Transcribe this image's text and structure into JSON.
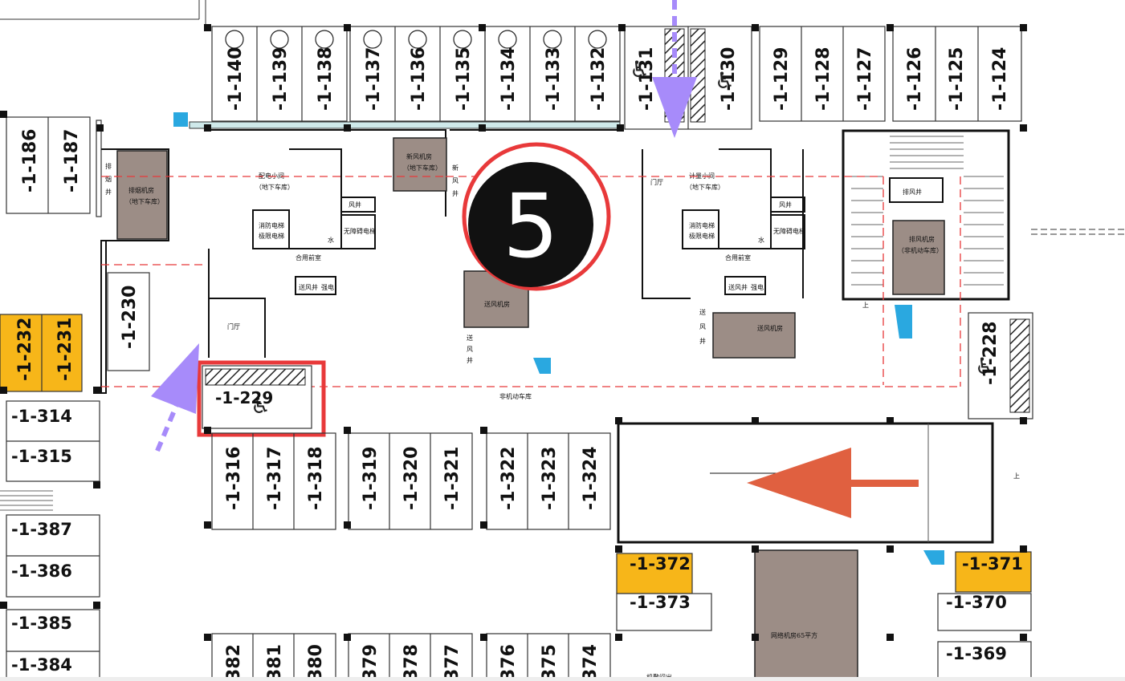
{
  "marker": {
    "number": "5"
  },
  "spaces": {
    "top_row_a": [
      "-1-140",
      "-1-139",
      "-1-138"
    ],
    "top_row_b": [
      "-1-137",
      "-1-136",
      "-1-135"
    ],
    "top_row_c": [
      "-1-134",
      "-1-133",
      "-1-132"
    ],
    "top_row_acc_a": "-1-131",
    "top_row_acc_b": "-1-130",
    "top_row_d": [
      "-1-129",
      "-1-128",
      "-1-127"
    ],
    "top_row_e": [
      "-1-126",
      "-1-125",
      "-1-124"
    ],
    "left_upper": [
      "-1-186",
      "-1-187"
    ],
    "s230": "-1-230",
    "yellow_left": [
      "-1-232",
      "-1-231"
    ],
    "s229": "-1-229",
    "s228": "-1-228",
    "mid_row_a": [
      "-1-316",
      "-1-317",
      "-1-318"
    ],
    "mid_row_b": [
      "-1-319",
      "-1-320",
      "-1-321"
    ],
    "mid_row_c": [
      "-1-322",
      "-1-323",
      "-1-324"
    ],
    "left_col_a": [
      "-1-314",
      "-1-315"
    ],
    "left_col_b": [
      "-1-387",
      "-1-386"
    ],
    "left_col_c": [
      "-1-385",
      "-1-384"
    ],
    "s372": "-1-372",
    "s373": "-1-373",
    "s371": "-1-371",
    "s370": "-1-370",
    "s369": "-1-369",
    "bottom_row": [
      "382",
      "381",
      "380",
      "379",
      "378",
      "377",
      "376",
      "375",
      "374"
    ]
  },
  "rooms": {
    "paifeng_jifang_l1": "排烟机房",
    "paifeng_jifang_l2": "（地下车库）",
    "xinfeng_jifang_l1": "新风机房",
    "xinfeng_jifang_l2": "（地下车库）",
    "xin": "新",
    "feng": "风",
    "jing": "井",
    "pai": "排",
    "yan": "烟",
    "song": "送",
    "peidian_l1": "配电小间",
    "peidian_l2": "（地下车库）",
    "jiliang_l1": "计量小间",
    "jiliang_l2": "（地下车库）",
    "xiaofang_l1": "消防电梯",
    "xiaofang_l2": "极限电梯",
    "wuzhang_ai": "无障碍电梯",
    "heyong_qianshi": "合用前室",
    "songfengjing": "送风井",
    "qiangdian": "强电",
    "fengjing": "风井",
    "shui": "水",
    "menting": "门厅",
    "songfeng_jifang": "送风机房",
    "paifengjing": "排风井",
    "paifeng_jifang2_l1": "排风机房",
    "paifeng_jifang2_l2": "（非机动车库）",
    "fei_jidong": "非机动车库",
    "wangluo": "网络机房65平方",
    "shang": "上",
    "partial_bottom": "机敷间出"
  },
  "colors": {
    "yellow": "#f7b619",
    "brown": "#9c8d86",
    "red_highlight": "#e8393a",
    "purple_arrow": "#a78bfa",
    "orange_arrow": "#e06040",
    "cyan": "#2aa8e0"
  }
}
